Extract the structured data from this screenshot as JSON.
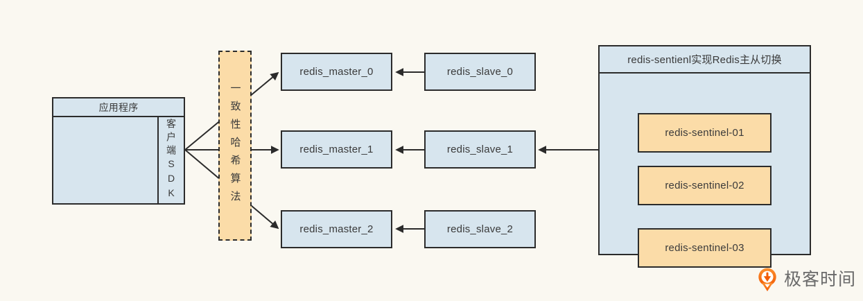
{
  "app": {
    "title": "应用程序",
    "sdk_label": "客户端SDK"
  },
  "hash": {
    "label": "一致性哈希算法"
  },
  "masters": [
    "redis_master_0",
    "redis_master_1",
    "redis_master_2"
  ],
  "slaves": [
    "redis_slave_0",
    "redis_slave_1",
    "redis_slave_2"
  ],
  "sentinel": {
    "title": "redis-sentienl实现Redis主从切换",
    "items": [
      "redis-sentinel-01",
      "redis-sentinel-02",
      "redis-sentinel-03"
    ]
  },
  "logo": {
    "text": "极客时间"
  },
  "colors": {
    "background": "#FAF8F1",
    "box_blue": "#D7E5EE",
    "box_orange": "#FBDCA8",
    "border": "#2B2B2B",
    "line": "#2B2B2B",
    "logo_orange": "#F25B05",
    "logo_text": "#6A6A6A"
  }
}
